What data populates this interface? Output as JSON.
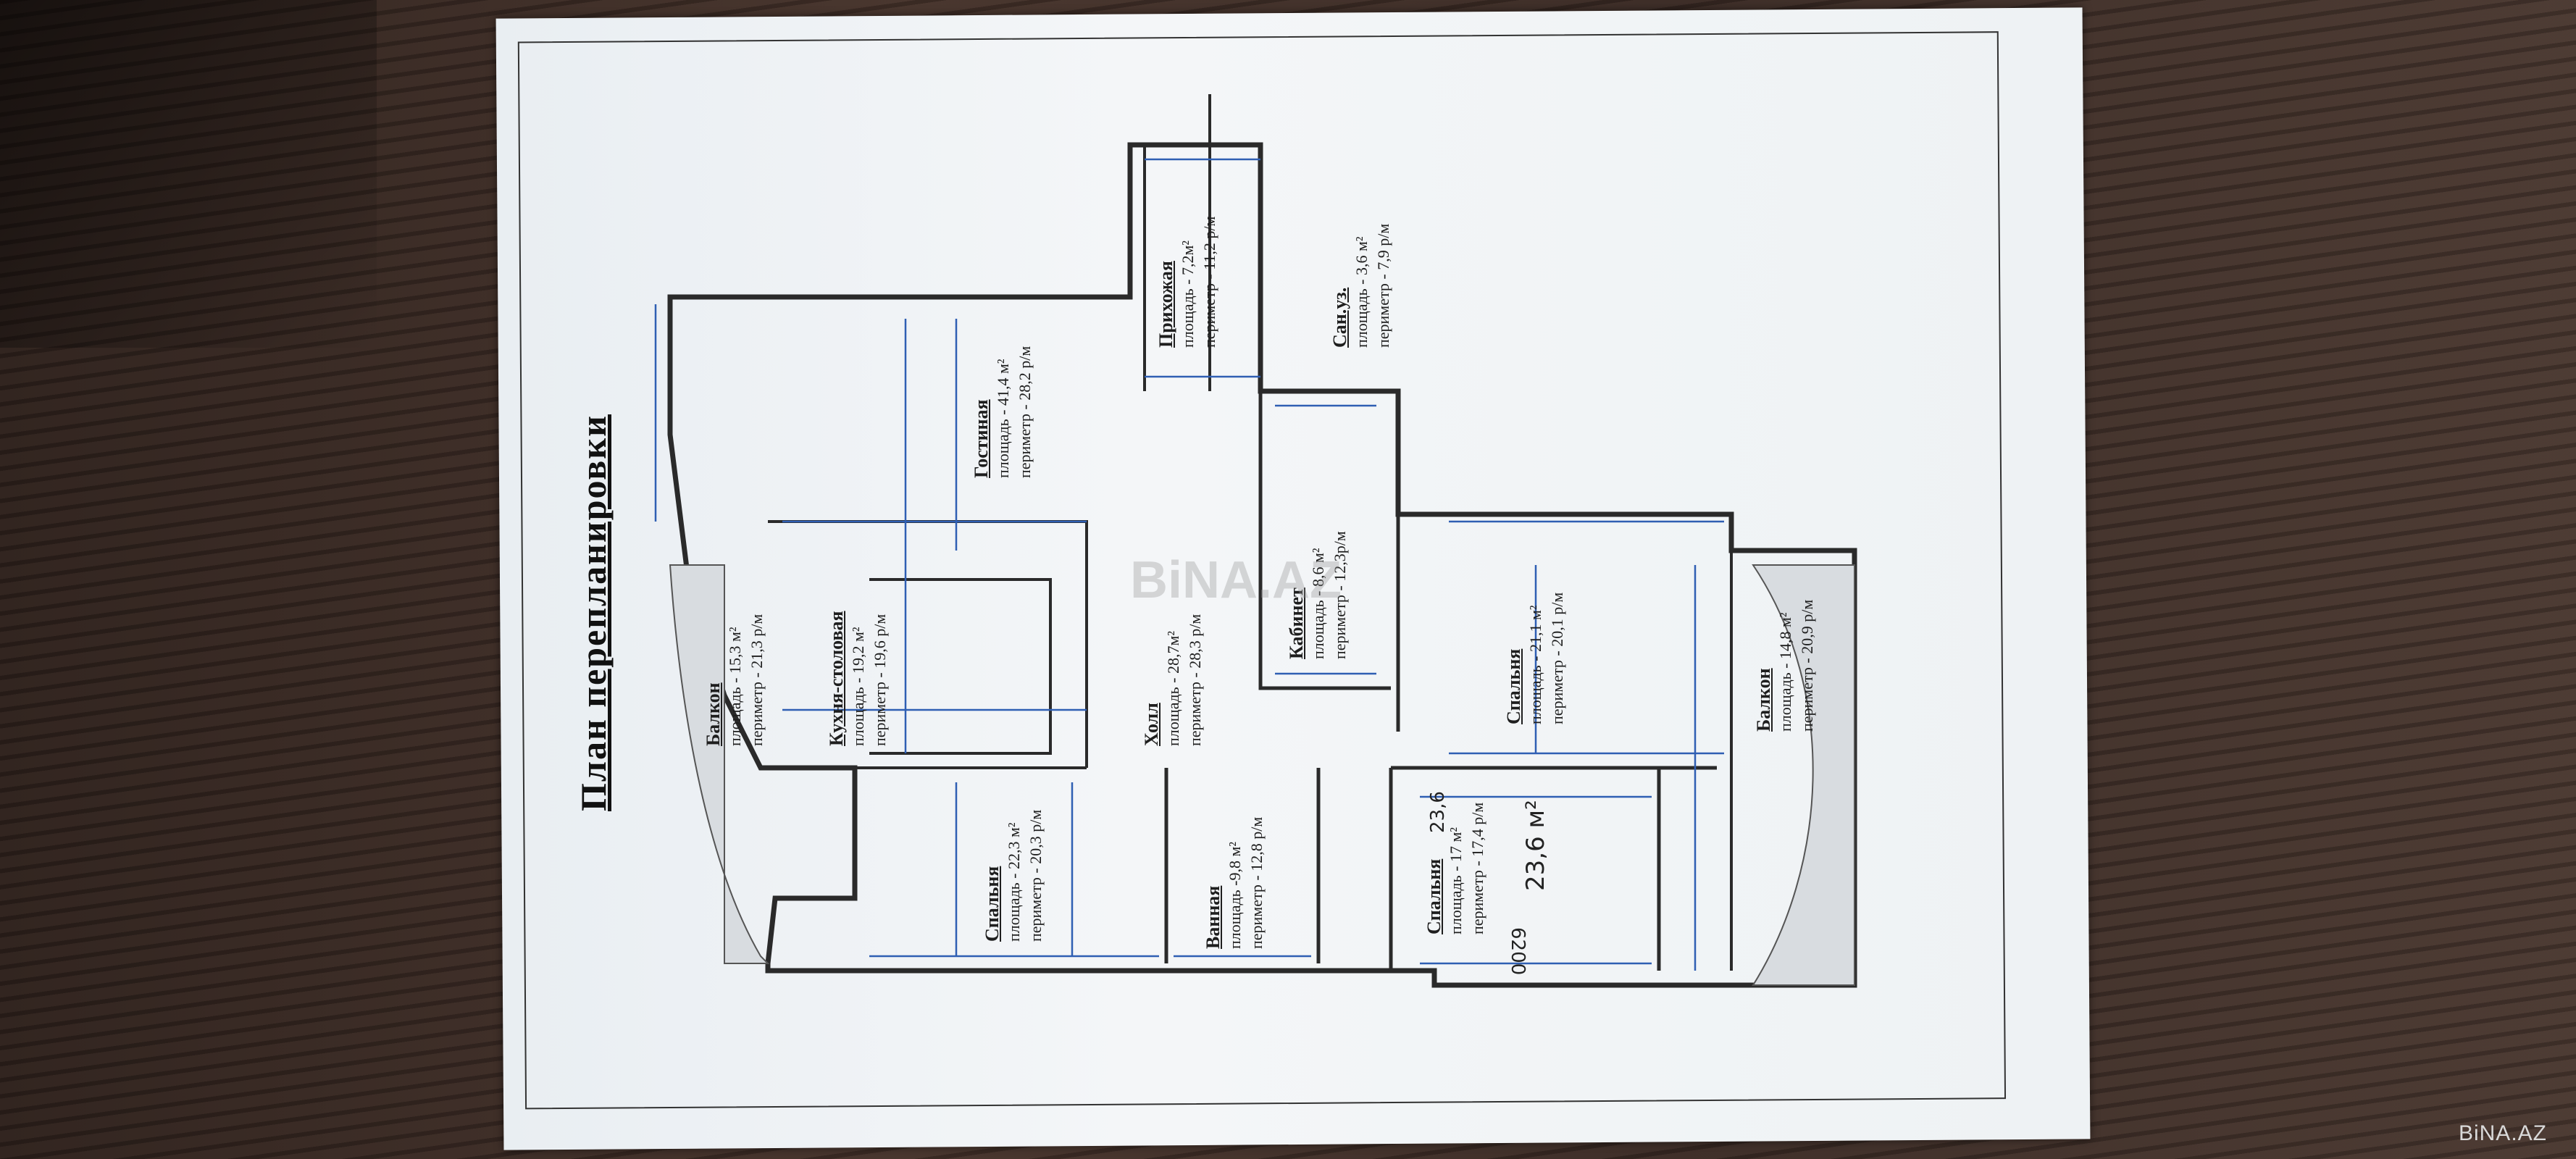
{
  "title": "План перепланировки",
  "rooms": [
    {
      "name": "Балкон",
      "area": "площадь - 15,3 м²",
      "perimeter": "периметр - 21,3 р/м"
    },
    {
      "name": "Кухня-столовая",
      "area": "площадь - 19,2 м²",
      "perimeter": "периметр - 19,6 р/м"
    },
    {
      "name": "Гостиная",
      "area": "площадь - 41,4 м²",
      "perimeter": "периметр - 28,2 р/м"
    },
    {
      "name": "Прихожая",
      "area": "площадь - 7,2м²",
      "perimeter": "периметр - 11,2 р/м"
    },
    {
      "name": "Сан.уз.",
      "area": "площадь - 3,6 м²",
      "perimeter": "периметр - 7,9 р/м"
    },
    {
      "name": "Холл",
      "area": "площадь - 28,7м²",
      "perimeter": "периметр - 28,3 р/м"
    },
    {
      "name": "Кабинет",
      "area": "площадь - 8,6 м²",
      "perimeter": "периметр - 12,3р/м"
    },
    {
      "name": "Спальня",
      "area": "площадь - 22,3 м²",
      "perimeter": "периметр - 20,3 р/м"
    },
    {
      "name": "Ванная",
      "area": "площадь -9,8 м²",
      "perimeter": "периметр - 12,8 р/м"
    },
    {
      "name": "Спальня",
      "area": "площадь - 17 м²",
      "perimeter": "периметр - 17,4 р/м"
    },
    {
      "name": "Спальня",
      "area": "площадь - 21,1 м²",
      "perimeter": "периметр - 20,1 р/м"
    },
    {
      "name": "Балкон",
      "area": "площадь - 14,8 м²",
      "perimeter": "периметр - 20,9 р/м"
    }
  ],
  "handwritten": {
    "note1": "23,6",
    "note2": "23,6 м²",
    "note3": "6200"
  },
  "watermark": "BiNA.AZ",
  "watermark_center": "BiNA.AZ",
  "colors": {
    "paper": "#f2f5f7",
    "walls": "#2a2a2a",
    "dimension_lines": "#2f5fb3"
  }
}
